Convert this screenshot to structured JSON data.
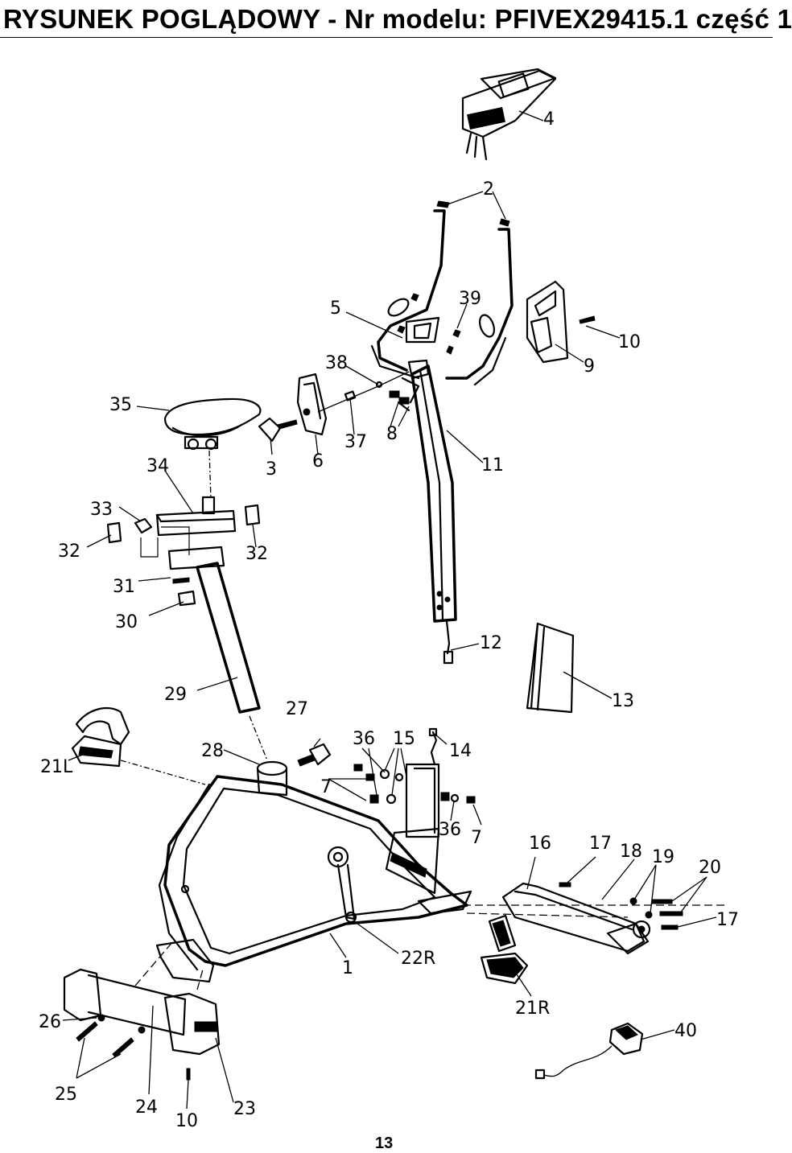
{
  "header": {
    "title": "RYSUNEK POGLĄDOWY - Nr modelu: PFIVEX29415.1 część 1"
  },
  "footer": {
    "page_number": "13"
  },
  "parts": {
    "p1": "1",
    "p2": "2",
    "p3": "3",
    "p4": "4",
    "p5": "5",
    "p6": "6",
    "p7a": "7",
    "p7b": "7",
    "p8": "8",
    "p9": "9",
    "p10a": "10",
    "p10b": "10",
    "p11": "11",
    "p12": "12",
    "p13": "13",
    "p14": "14",
    "p15": "15",
    "p16": "16",
    "p17a": "17",
    "p17b": "17",
    "p18": "18",
    "p19": "19",
    "p20": "20",
    "p21L": "21L",
    "p21R": "21R",
    "p22R": "22R",
    "p23": "23",
    "p24": "24",
    "p25": "25",
    "p26": "26",
    "p27": "27",
    "p28": "28",
    "p29": "29",
    "p30": "30",
    "p31": "31",
    "p32a": "32",
    "p32b": "32",
    "p33": "33",
    "p34": "34",
    "p35": "35",
    "p36a": "36",
    "p36b": "36",
    "p37": "37",
    "p38": "38",
    "p39": "39",
    "p40": "40"
  }
}
